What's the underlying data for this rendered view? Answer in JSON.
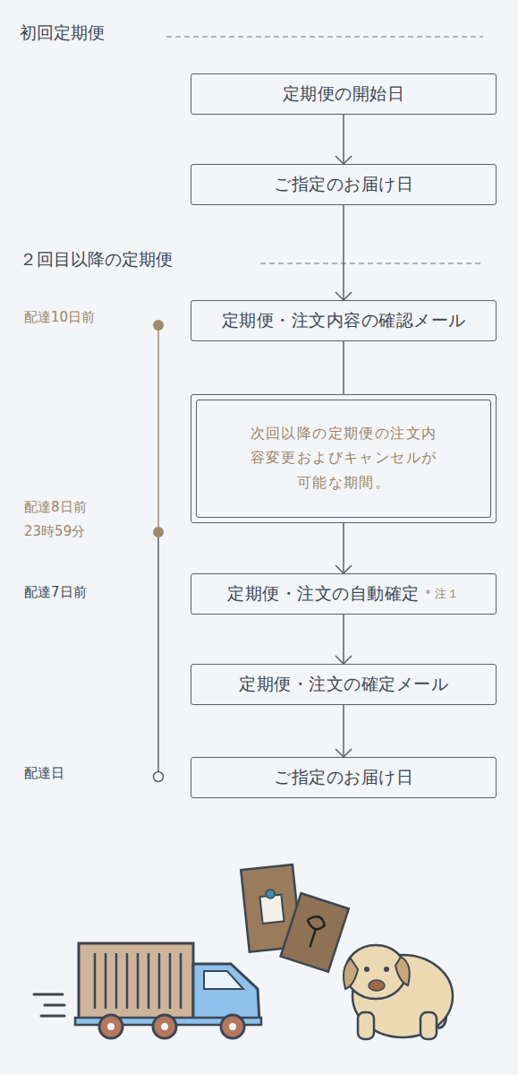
{
  "diagram": {
    "nodes": [
      {
        "text": [
          "定期便の開始日"
        ]
      },
      {
        "text": [
          "ご指定のお届け日"
        ]
      },
      {
        "text": [
          "定期便・注文内容の確認メール"
        ]
      },
      {
        "text": [
          "次回以降の定期便の注文内容変更およびキャンセルが可能な期間。"
        ]
      },
      {
        "text": [
          "定期便・注文の自動確定",
          "＊注１"
        ]
      },
      {
        "text": [
          "定期便・注文の確定メール"
        ]
      },
      {
        "text": [
          "ご指定のお届け日"
        ]
      }
    ],
    "edges": [
      {
        "from": 0,
        "to": 1,
        "arrow": "to"
      },
      {
        "from": 1,
        "to": 2,
        "arrow": "to"
      },
      {
        "from": 2,
        "to": 3,
        "arrow": "none"
      },
      {
        "from": 3,
        "to": 4,
        "arrow": "to"
      },
      {
        "from": 4,
        "to": 5,
        "arrow": "to"
      },
      {
        "from": 5,
        "to": 6,
        "arrow": "to"
      }
    ],
    "labels": [
      "初回定期便",
      "２回目以降の定期便",
      "配達10日前",
      "配達8日前 23時59分",
      "配達7日前",
      "配達日"
    ]
  }
}
